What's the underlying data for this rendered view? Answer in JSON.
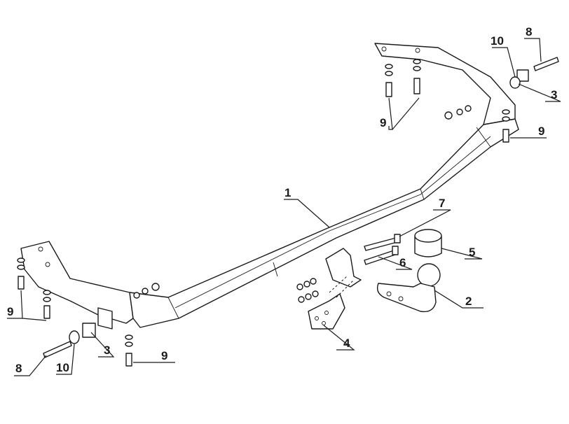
{
  "diagram": {
    "callouts": [
      {
        "id": "c1",
        "text": "1"
      },
      {
        "id": "c2",
        "text": "2"
      },
      {
        "id": "c3a",
        "text": "3"
      },
      {
        "id": "c3b",
        "text": "3"
      },
      {
        "id": "c4",
        "text": "4"
      },
      {
        "id": "c5",
        "text": "5"
      },
      {
        "id": "c6",
        "text": "6"
      },
      {
        "id": "c7",
        "text": "7"
      },
      {
        "id": "c8a",
        "text": "8"
      },
      {
        "id": "c8b",
        "text": "8"
      },
      {
        "id": "c9a",
        "text": "9"
      },
      {
        "id": "c9b",
        "text": "9"
      },
      {
        "id": "c9c",
        "text": "9"
      },
      {
        "id": "c9d",
        "text": "9"
      },
      {
        "id": "c10a",
        "text": "10"
      },
      {
        "id": "c10b",
        "text": "10"
      }
    ]
  }
}
